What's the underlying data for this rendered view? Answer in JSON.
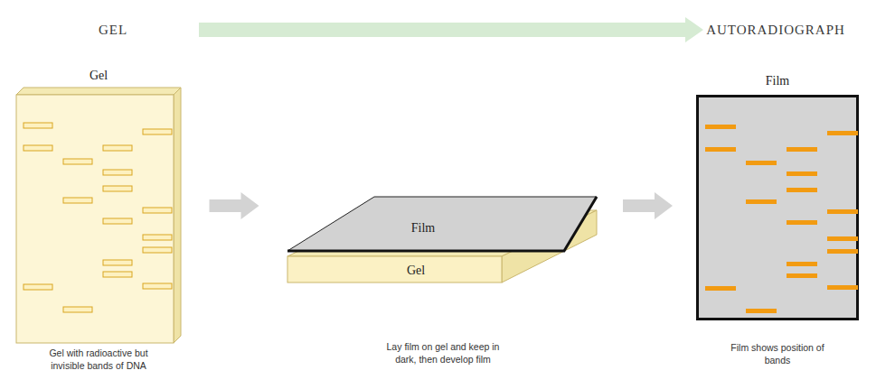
{
  "diagram": {
    "nodes": [
      {
        "text": [
          "Gel",
          "Gel with radioactive but invisible bands of DNA"
        ]
      },
      {
        "text": [
          "Film"
        ]
      },
      {
        "text": [
          "Gel"
        ]
      },
      {
        "text": [
          "Film",
          "Film shows position of bands"
        ]
      }
    ],
    "edges": [
      {
        "from": 0,
        "to": 2,
        "arrow": "to"
      },
      {
        "from": 2,
        "to": 3,
        "arrow": "to"
      }
    ],
    "labels": [
      "GEL",
      "AUTORADIOGRAPH",
      "Lay film on gel and keep in dark, then develop film"
    ]
  }
}
